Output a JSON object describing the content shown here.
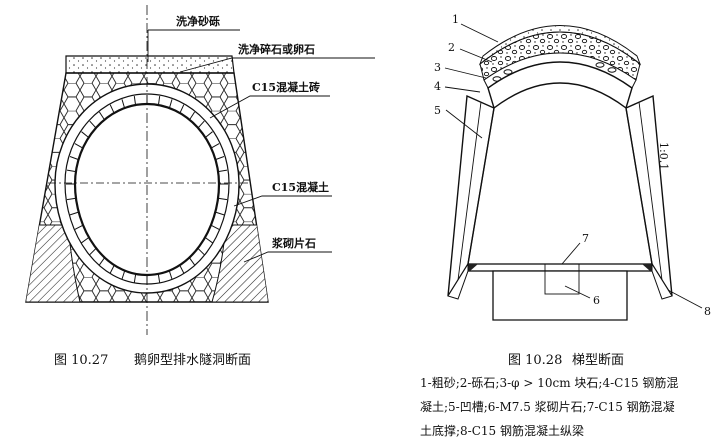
{
  "left_figure": {
    "caption_number": "图 10.27",
    "caption_title": "鹅卵型排水隧洞断面",
    "labels": {
      "sand_gravel": "洗净砂砾",
      "crushed_stone": "洗净碎石或卵石",
      "c15_brick": "C15混凝土砖",
      "c15_concrete": "C15混凝土",
      "masonry": "浆砌片石"
    }
  },
  "right_figure": {
    "caption_number": "图 10.28",
    "caption_title": "梯型断面",
    "callouts": [
      "1",
      "2",
      "3",
      "4",
      "5",
      "6",
      "7",
      "8"
    ],
    "slope_label": "1:0.1",
    "legend_lines": [
      "1-粗砂;2-砾石;3-φ > 10cm 块石;4-C15 钢筋混",
      "凝土;5-凹槽;6-M7.5 浆砌片石;7-C15 钢筋混凝",
      "土底撑;8-C15 钢筋混凝土纵梁"
    ]
  }
}
